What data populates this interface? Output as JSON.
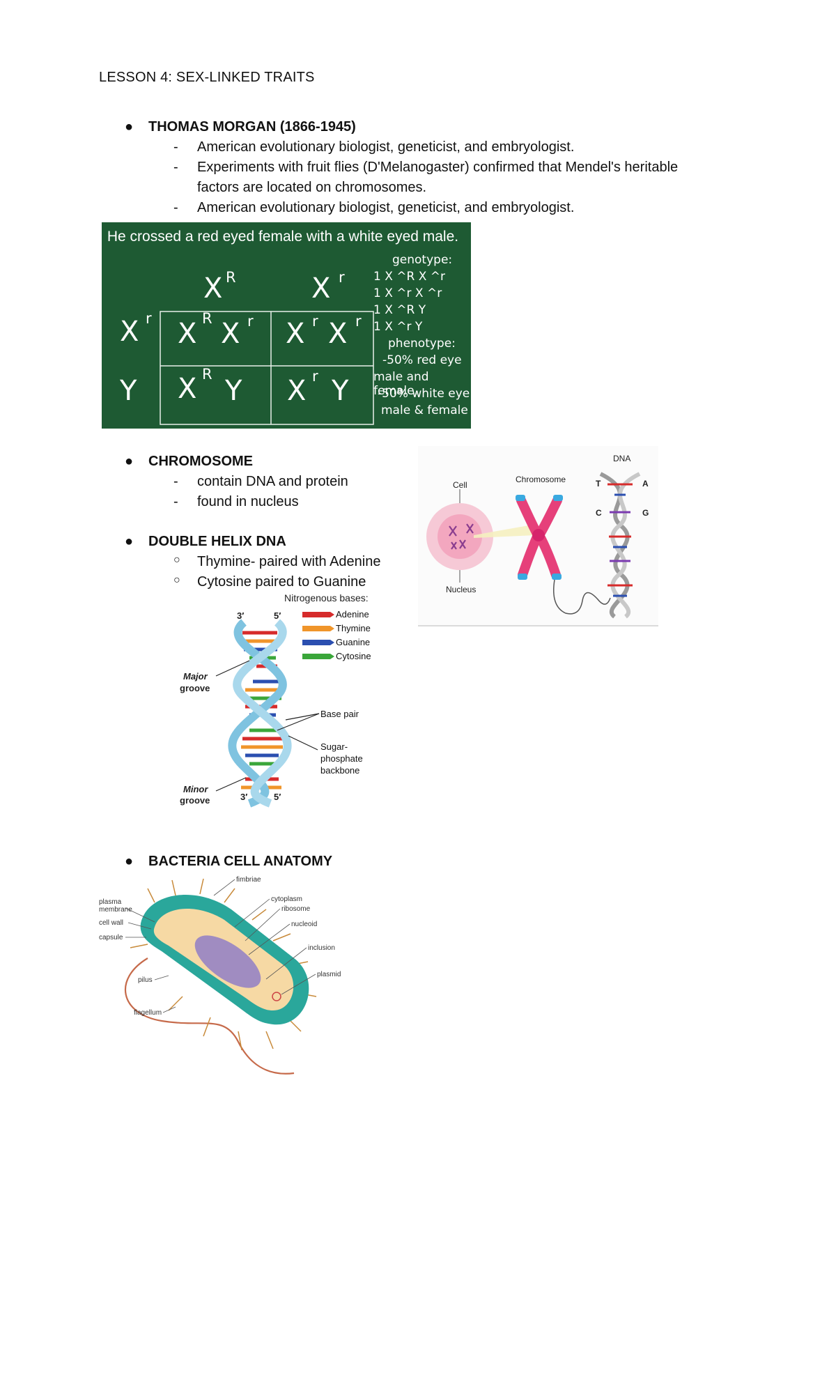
{
  "lesson_title": "LESSON 4: SEX-LINKED TRAITS",
  "morgan": {
    "heading": "THOMAS MORGAN (1866-1945)",
    "points": [
      " American evolutionary biologist,  geneticist, and embryologist.",
      " Experiments with fruit flies (D'Melanogaster) confirmed that Mendel's heritable",
      "factors are  located on chromosomes.",
      "American evolutionary biologist, geneticist, and embryologist."
    ]
  },
  "punnett": {
    "heading": "He crossed a red eyed female with a white eyed male.",
    "col1_letter": "X",
    "col1_sup": "R",
    "col2_letter": "X",
    "col2_sup": "r",
    "row1_letter": "X",
    "row1_sup": "r",
    "row2_letter": "Y",
    "cells": {
      "c11_a": "X",
      "c11_a_sup": "R",
      "c11_b": "X",
      "c11_b_sup": "r",
      "c12_a": "X",
      "c12_a_sup": "r",
      "c12_b": "X",
      "c12_b_sup": "r",
      "c21_a": "X",
      "c21_a_sup": "R",
      "c21_b": "Y",
      "c22_a": "X",
      "c22_a_sup": "r",
      "c22_b": "Y"
    },
    "genotype_label": "genotype:",
    "genotypes": [
      "1 X ^R  X ^r",
      "1 X ^r   X ^r",
      "1 X ^R  Y",
      "1 X ^r   Y"
    ],
    "phenotype_label": "phenotype:",
    "phenotypes": [
      "-50% red eye",
      "male and female.",
      "-50% white eye",
      "male & female"
    ]
  },
  "chromosome": {
    "heading": "CHROMOSOME",
    "points": [
      "contain DNA and protein",
      "found in nucleus"
    ]
  },
  "cell_figure": {
    "cell": "Cell",
    "chromosome": "Chromosome",
    "dna": "DNA",
    "nucleus": "Nucleus",
    "t": "T",
    "a": "A",
    "c": "C",
    "g": "G"
  },
  "dna": {
    "heading": "DOUBLE HELIX DNA",
    "points": [
      "Thymine- paired with Adenine",
      "Cytosine paired to Guanine"
    ]
  },
  "helix_figure": {
    "bases_title": "Nitrogenous bases:",
    "bases": [
      {
        "name": "Adenine",
        "color": "#d62b2b"
      },
      {
        "name": "Thymine",
        "color": "#f0952a"
      },
      {
        "name": "Guanine",
        "color": "#2b4fb0"
      },
      {
        "name": "Cytosine",
        "color": "#3aa63a"
      }
    ],
    "top_left": "3′",
    "top_right": "5′",
    "bottom_left": "3′",
    "bottom_right": "5′",
    "major": "Major",
    "major2": "groove",
    "minor": "Minor",
    "minor2": "groove",
    "base_pair": "Base pair",
    "sugar1": "Sugar-",
    "sugar2": "phosphate",
    "sugar3": "backbone"
  },
  "bacteria": {
    "heading": "BACTERIA CELL ANATOMY",
    "labels": {
      "fimbriae": "fimbriae",
      "plasma1": "plasma",
      "plasma2": "membrane",
      "cell_wall": "cell wall",
      "capsule": "capsule",
      "pilus": "pilus",
      "flagellum": "flagellum",
      "cytoplasm": "cytoplasm",
      "ribosome": "ribosome",
      "nucleoid": "nucleoid",
      "inclusion": "inclusion",
      "plasmid": "plasmid"
    }
  }
}
